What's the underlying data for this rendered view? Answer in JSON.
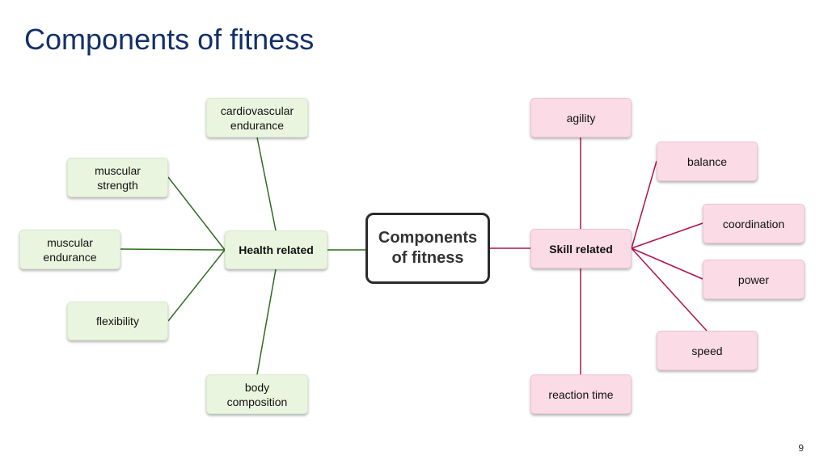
{
  "title": "Components of fitness",
  "center": "Components\nof fitness",
  "health": {
    "label": "Health related",
    "color": "#2f6b1f",
    "items": [
      "cardiovascular\nendurance",
      "muscular\nstrength",
      "muscular\nendurance",
      "flexibility",
      "body\ncomposition"
    ]
  },
  "skill": {
    "label": "Skill related",
    "color": "#b0124e",
    "items": [
      "agility",
      "balance",
      "coordination",
      "power",
      "speed",
      "reaction time"
    ]
  },
  "page_number": "9"
}
